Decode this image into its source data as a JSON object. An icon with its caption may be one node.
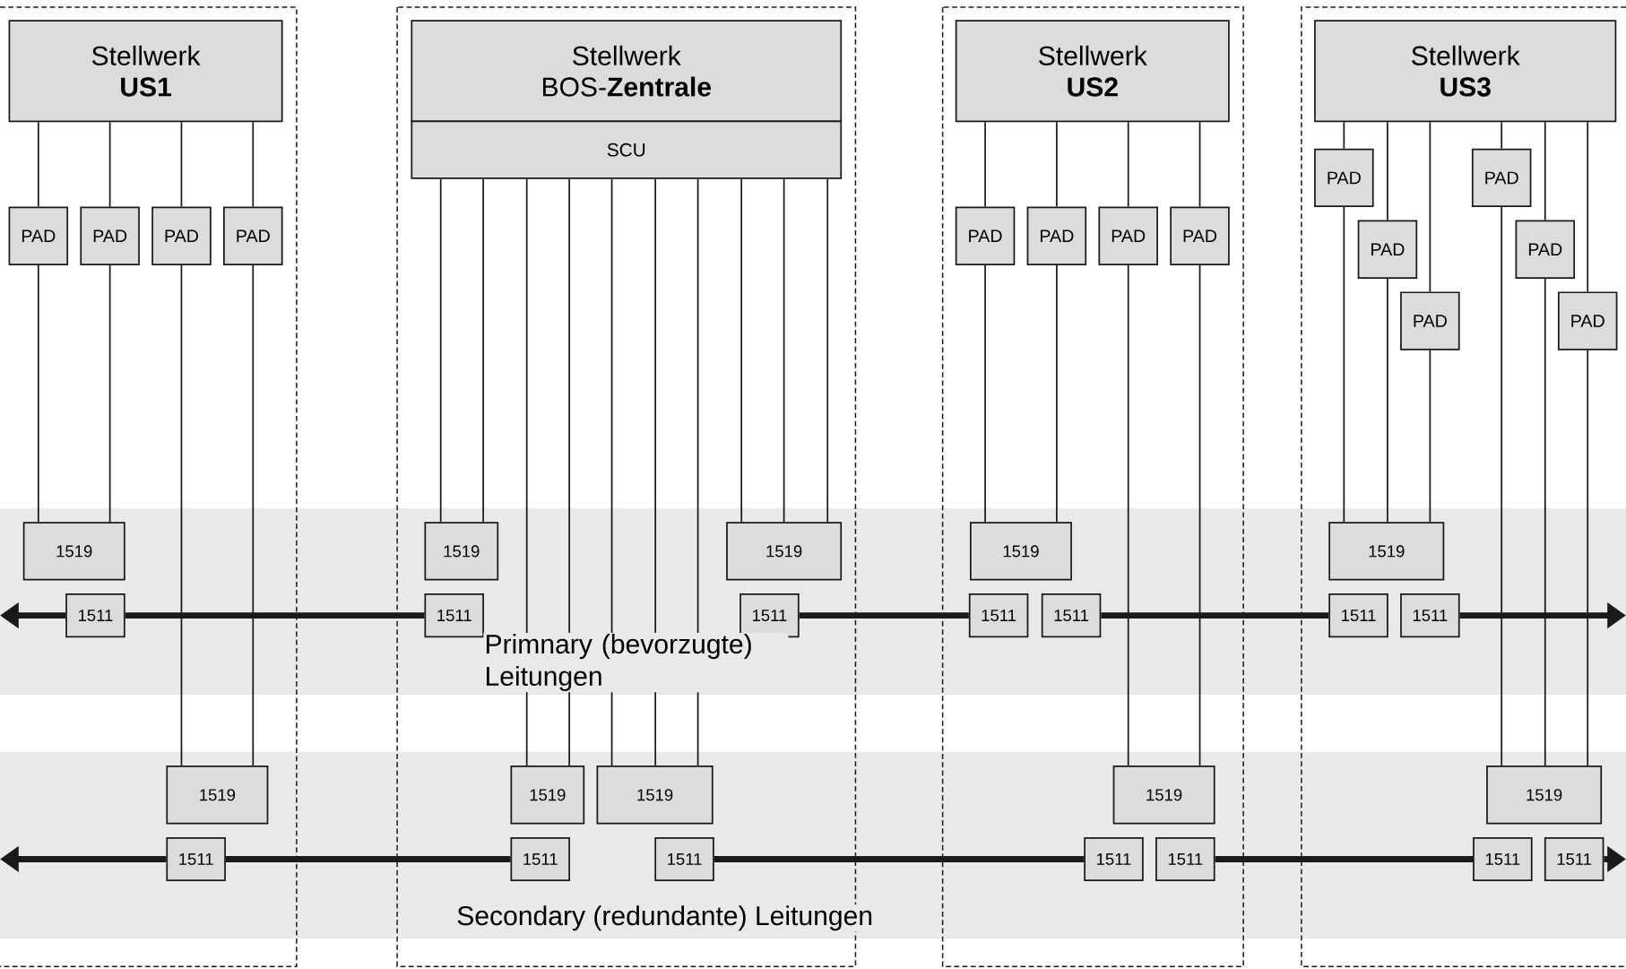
{
  "diagram": {
    "nodes": [
      {
        "text": [
          "Stellwerk",
          "US1"
        ]
      },
      {
        "text": [
          "Stellwerk",
          "BOS-**Zentrale**"
        ]
      },
      {
        "text": [
          "SCU"
        ]
      },
      {
        "text": [
          "Stellwerk",
          "US2"
        ]
      },
      {
        "text": [
          "Stellwerk",
          "US3"
        ]
      },
      {
        "text": [
          "PAD"
        ]
      },
      {
        "text": [
          "PAD"
        ]
      },
      {
        "text": [
          "PAD"
        ]
      },
      {
        "text": [
          "PAD"
        ]
      },
      {
        "text": [
          "PAD"
        ]
      },
      {
        "text": [
          "PAD"
        ]
      },
      {
        "text": [
          "PAD"
        ]
      },
      {
        "text": [
          "PAD"
        ]
      },
      {
        "text": [
          "PAD"
        ]
      },
      {
        "text": [
          "PAD"
        ]
      },
      {
        "text": [
          "PAD"
        ]
      },
      {
        "text": [
          "PAD"
        ]
      },
      {
        "text": [
          "PAD"
        ]
      },
      {
        "text": [
          "PAD"
        ]
      },
      {
        "text": [
          "1519"
        ]
      },
      {
        "text": [
          "1519"
        ]
      },
      {
        "text": [
          "1519"
        ]
      },
      {
        "text": [
          "1519"
        ]
      },
      {
        "text": [
          "1519"
        ]
      },
      {
        "text": [
          "1511"
        ]
      },
      {
        "text": [
          "1511"
        ]
      },
      {
        "text": [
          "1511"
        ]
      },
      {
        "text": [
          "1511"
        ]
      },
      {
        "text": [
          "1511"
        ]
      },
      {
        "text": [
          "1511"
        ]
      },
      {
        "text": [
          "1511"
        ]
      },
      {
        "text": [
          "1519"
        ]
      },
      {
        "text": [
          "1519"
        ]
      },
      {
        "text": [
          "1519"
        ]
      },
      {
        "text": [
          "1519"
        ]
      },
      {
        "text": [
          "1519"
        ]
      },
      {
        "text": [
          "1511"
        ]
      },
      {
        "text": [
          "1511"
        ]
      },
      {
        "text": [
          "1511"
        ]
      },
      {
        "text": [
          "1511"
        ]
      },
      {
        "text": [
          "1511"
        ]
      },
      {
        "text": [
          "1511"
        ]
      },
      {
        "text": [
          "1511"
        ]
      }
    ],
    "edges": [
      {
        "from": 0,
        "to": 5,
        "arrow": "none"
      },
      {
        "from": 0,
        "to": 6,
        "arrow": "none"
      },
      {
        "from": 0,
        "to": 7,
        "arrow": "none"
      },
      {
        "from": 0,
        "to": 8,
        "arrow": "none"
      },
      {
        "from": 3,
        "to": 9,
        "arrow": "none"
      },
      {
        "from": 3,
        "to": 10,
        "arrow": "none"
      },
      {
        "from": 3,
        "to": 11,
        "arrow": "none"
      },
      {
        "from": 3,
        "to": 12,
        "arrow": "none"
      },
      {
        "from": 4,
        "to": 13,
        "arrow": "none"
      },
      {
        "from": 4,
        "to": 14,
        "arrow": "none"
      },
      {
        "from": 4,
        "to": 15,
        "arrow": "none"
      },
      {
        "from": 4,
        "to": 16,
        "arrow": "none"
      },
      {
        "from": 4,
        "to": 17,
        "arrow": "none"
      },
      {
        "from": 4,
        "to": 18,
        "arrow": "none"
      },
      {
        "from": 5,
        "to": 19,
        "arrow": "none"
      },
      {
        "from": 6,
        "to": 19,
        "arrow": "none"
      },
      {
        "from": 7,
        "to": 31,
        "arrow": "none"
      },
      {
        "from": 8,
        "to": 31,
        "arrow": "none"
      },
      {
        "from": 9,
        "to": 22,
        "arrow": "none"
      },
      {
        "from": 10,
        "to": 22,
        "arrow": "none"
      },
      {
        "from": 11,
        "to": 34,
        "arrow": "none"
      },
      {
        "from": 12,
        "to": 34,
        "arrow": "none"
      },
      {
        "from": 13,
        "to": 23,
        "arrow": "none"
      },
      {
        "from": 14,
        "to": 23,
        "arrow": "none"
      },
      {
        "from": 15,
        "to": 23,
        "arrow": "none"
      },
      {
        "from": 16,
        "to": 35,
        "arrow": "none"
      },
      {
        "from": 17,
        "to": 35,
        "arrow": "none"
      },
      {
        "from": 18,
        "to": 35,
        "arrow": "none"
      },
      {
        "from": 2,
        "to": 20,
        "arrow": "none"
      },
      {
        "from": 2,
        "to": 20,
        "arrow": "none"
      },
      {
        "from": 2,
        "to": 32,
        "arrow": "none"
      },
      {
        "from": 2,
        "to": 32,
        "arrow": "none"
      },
      {
        "from": 2,
        "to": 33,
        "arrow": "none"
      },
      {
        "from": 2,
        "to": 33,
        "arrow": "none"
      },
      {
        "from": 2,
        "to": 33,
        "arrow": "none"
      },
      {
        "from": 2,
        "to": 21,
        "arrow": "none"
      },
      {
        "from": 2,
        "to": 21,
        "arrow": "none"
      },
      {
        "from": 2,
        "to": 21,
        "arrow": "none"
      },
      {
        "from": 24,
        "to": null,
        "arrow": "to",
        "style": "thick"
      },
      {
        "from": 24,
        "to": 25,
        "arrow": "none",
        "style": "thick"
      },
      {
        "from": 26,
        "to": 27,
        "arrow": "none",
        "style": "thick"
      },
      {
        "from": 28,
        "to": 29,
        "arrow": "none",
        "style": "thick"
      },
      {
        "from": 30,
        "to": null,
        "arrow": "to",
        "style": "thick"
      },
      {
        "from": 36,
        "to": null,
        "arrow": "to",
        "style": "thick"
      },
      {
        "from": 36,
        "to": 37,
        "arrow": "none",
        "style": "thick"
      },
      {
        "from": 38,
        "to": 39,
        "arrow": "none",
        "style": "thick"
      },
      {
        "from": 40,
        "to": 41,
        "arrow": "none",
        "style": "thick"
      },
      {
        "from": 42,
        "to": null,
        "arrow": "to",
        "style": "thick"
      }
    ],
    "labels": [
      "Primnary (bevorzugte) Leitungen",
      "Secondary (redundante) Leitungen"
    ]
  }
}
